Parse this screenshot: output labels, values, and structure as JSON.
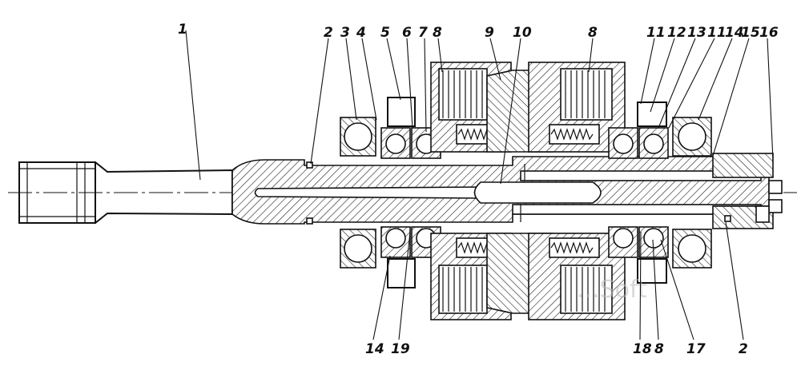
{
  "labels_top": [
    "1",
    "2",
    "3",
    "4",
    "5",
    "6",
    "7",
    "8",
    "9",
    "10",
    "8",
    "11",
    "12",
    "13",
    "11",
    "14",
    "15",
    "16"
  ],
  "labels_bottom": [
    "14",
    "19",
    "18",
    "8",
    "17",
    "2"
  ],
  "watermark": "...Soft"
}
